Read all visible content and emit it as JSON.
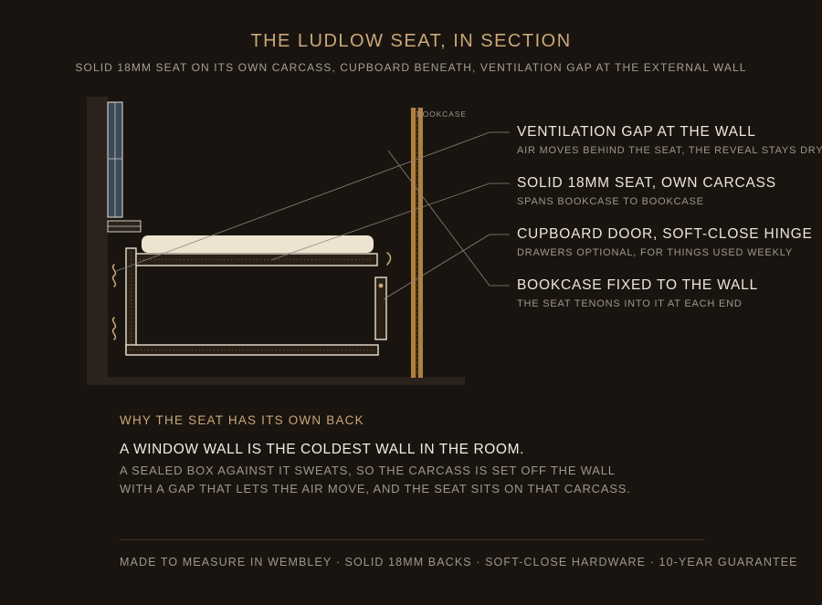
{
  "header": {
    "title": "THE LUDLOW SEAT, IN SECTION",
    "subtitle": "SOLID 18MM SEAT ON ITS OWN CARCASS, CUPBOARD BENEATH, VENTILATION GAP AT THE EXTERNAL WALL"
  },
  "diagram": {
    "bookcase_label": "BOOKCASE"
  },
  "callouts": [
    {
      "heading": "VENTILATION GAP AT THE WALL",
      "sub": "AIR MOVES BEHIND THE SEAT, THE REVEAL STAYS DRY"
    },
    {
      "heading": "SOLID 18MM SEAT, OWN CARCASS",
      "sub": "SPANS BOOKCASE TO BOOKCASE"
    },
    {
      "heading": "CUPBOARD DOOR, SOFT-CLOSE HINGE",
      "sub": "DRAWERS OPTIONAL, FOR THINGS USED WEEKLY"
    },
    {
      "heading": "BOOKCASE FIXED TO THE WALL",
      "sub": "THE SEAT TENONS INTO IT AT EACH END"
    }
  ],
  "explainer": {
    "kicker": "WHY THE SEAT HAS ITS OWN BACK",
    "lead": "A WINDOW WALL IS THE COLDEST WALL IN THE ROOM.",
    "body": [
      "A SEALED BOX AGAINST IT SWEATS, SO THE CARCASS IS SET OFF THE WALL",
      "WITH A GAP THAT LETS THE AIR MOVE, AND THE SEAT SITS ON THAT CARCASS."
    ]
  },
  "footer": {
    "text": "MADE TO MEASURE IN WEMBLEY · SOLID 18MM BACKS · SOFT-CLOSE HARDWARE · 10-YEAR GUARANTEE"
  },
  "colors": {
    "background": "#1a1410",
    "wall": "#2a221c",
    "accent": "#c8a878",
    "bookcase": "#b0803f",
    "cushion": "#ece3d0",
    "glass": "#3c4a58"
  }
}
